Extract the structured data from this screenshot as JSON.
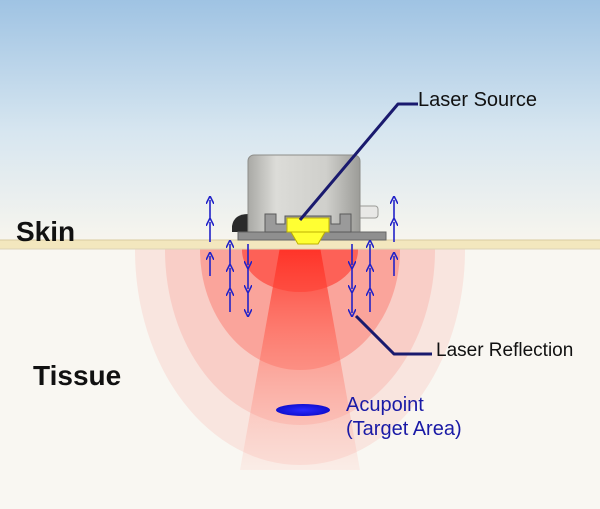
{
  "labels": {
    "skin": "Skin",
    "tissue": "Tissue",
    "laser_source": "Laser Source",
    "laser_reflection": "Laser Reflection",
    "acupoint_line1": "Acupoint",
    "acupoint_line2": "(Target Area)"
  },
  "colors": {
    "sky_top": "#9fc3e3",
    "skin": "#f3e7be",
    "tissue_bg": "#f9f7f2",
    "laser_red": "#ff2a1f",
    "laser_window": "#ffff33",
    "arrow_blue": "#2222c8",
    "acupoint_blue": "#1a1aff",
    "device_body": "#cfcfcb",
    "device_base": "#8f8f8f",
    "leader_line": "#1a1a6e"
  },
  "icons": {
    "device": "laser-device-icon",
    "acupoint": "acupoint-ellipse-icon"
  }
}
